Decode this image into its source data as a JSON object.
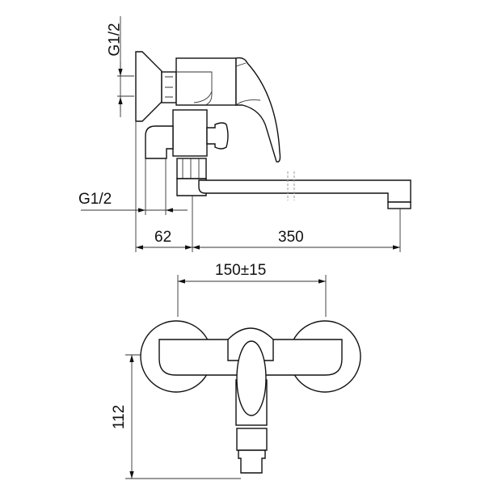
{
  "title": "Wall-mounted mixer dimension drawing",
  "side_view": {
    "inlet_thread_label": "G1/2",
    "outlet_thread_label": "G1/2",
    "wall_offset_label": "62",
    "spout_reach_label": "350"
  },
  "front_view": {
    "centers_label": "150±15",
    "height_label": "112"
  }
}
